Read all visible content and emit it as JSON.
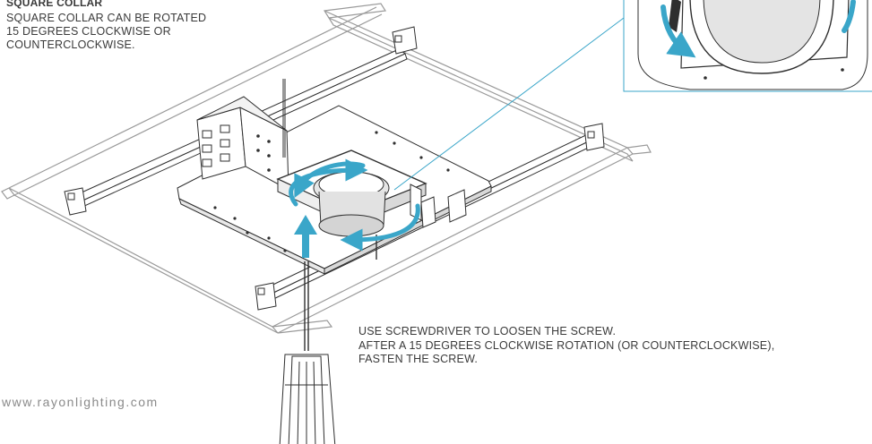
{
  "collar_caption": {
    "title": "SQUARE COLLAR",
    "lines": [
      "SQUARE COLLAR CAN BE ROTATED",
      "15 DEGREES CLOCKWISE OR",
      "COUNTERCLOCKWISE."
    ]
  },
  "screw_caption": {
    "lines": [
      "USE SCREWDRIVER TO LOOSEN THE SCREW.",
      "AFTER A 15 DEGREES CLOCKWISE ROTATION (OR COUNTERCLOCKWISE),",
      "FASTEN THE SCREW."
    ]
  },
  "footer": {
    "website": "www.rayonlighting.com"
  },
  "colors": {
    "arrow": "#3aa6c9",
    "line": "#2f2f2f",
    "rail": "#9a9a9a",
    "text": "#3a3a3a"
  },
  "icons": {
    "rotation_arrow": "curved-rotation-arrow-icon",
    "up_arrow": "up-arrow-icon",
    "screwdriver": "screwdriver-icon"
  }
}
